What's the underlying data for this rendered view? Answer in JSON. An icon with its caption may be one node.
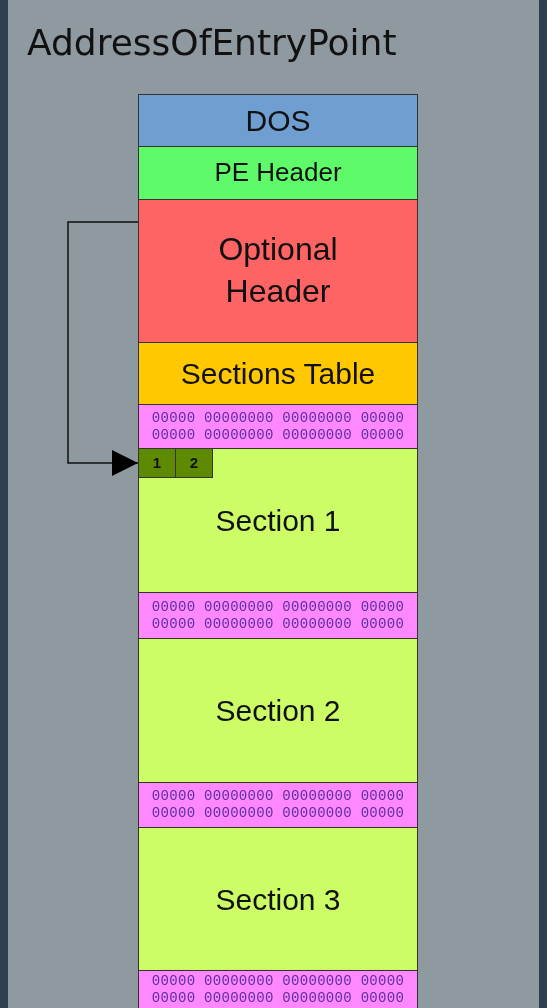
{
  "diagram": {
    "title": "AddressOfEntryPoint",
    "nodes": [
      {
        "text": [
          "DOS"
        ]
      },
      {
        "text": [
          "PE Header"
        ]
      },
      {
        "text": [
          "Optional Header"
        ]
      },
      {
        "text": [
          "Sections Table"
        ]
      },
      {
        "text": [
          "00000 00000000 00000000 00000 00000 00000000 00000000 00000"
        ]
      },
      {
        "text": [
          "Section 1"
        ]
      },
      {
        "text": [
          "1"
        ],
        "in": 5
      },
      {
        "text": [
          "2"
        ],
        "in": 5
      },
      {
        "text": [
          "00000 00000000 00000000 00000 00000 00000000 00000000 00000"
        ]
      },
      {
        "text": [
          "Section 2"
        ]
      },
      {
        "text": [
          "00000 00000000 00000000 00000 00000 00000000 00000000 00000"
        ]
      },
      {
        "text": [
          "Section 3"
        ]
      },
      {
        "text": [
          "00000 00000000 00000000 00000 00000 00000000 00000000 00000"
        ]
      }
    ],
    "edges": [
      {
        "from": 2,
        "to": 6,
        "arrow": "to"
      }
    ]
  }
}
